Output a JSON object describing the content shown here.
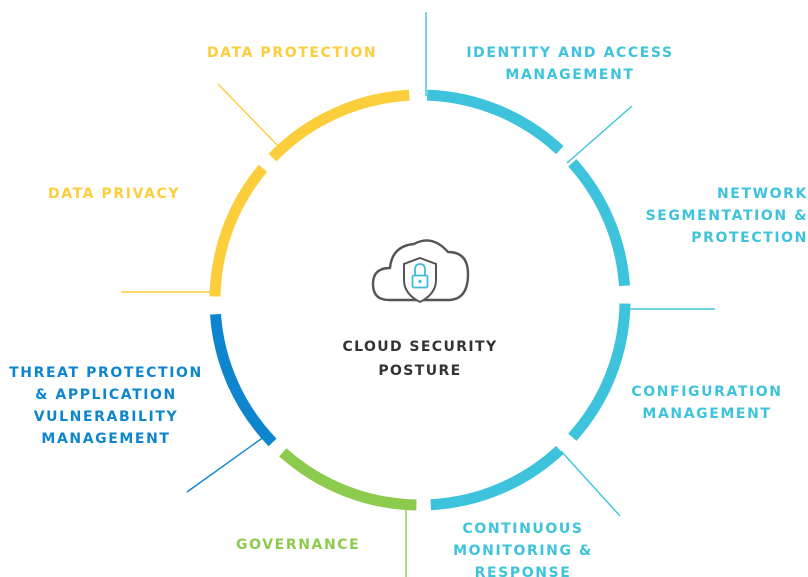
{
  "center": {
    "title": "CLOUD SECURITY\nPOSTURE",
    "icon": "cloud-lock-shield-icon"
  },
  "colors": {
    "yellow": "#FDCE3C",
    "cyan": "#3DC4DC",
    "blue": "#0E86CF",
    "green": "#8DCB4E",
    "center_text": "#333333",
    "icon_stroke": "#555555",
    "icon_accent": "#41BCD6"
  },
  "segments": [
    {
      "id": "identity",
      "label": "IDENTITY AND ACCESS\nMANAGEMENT",
      "color": "#3DC4DC",
      "align": "center"
    },
    {
      "id": "network",
      "label": "NETWORK\nSEGMENTATION &\nPROTECTION",
      "color": "#3DC4DC",
      "align": "right"
    },
    {
      "id": "configuration",
      "label": "CONFIGURATION\nMANAGEMENT",
      "color": "#3DC4DC",
      "align": "center"
    },
    {
      "id": "monitoring",
      "label": "CONTINUOUS\nMONITORING &\nRESPONSE",
      "color": "#3DC4DC",
      "align": "center"
    },
    {
      "id": "governance",
      "label": "GOVERNANCE",
      "color": "#8DCB4E",
      "align": "left"
    },
    {
      "id": "threat",
      "label": "THREAT PROTECTION\n& APPLICATION\nVULNERABILITY\nMANAGEMENT",
      "color": "#0E86CF",
      "align": "center"
    },
    {
      "id": "privacy",
      "label": "DATA PRIVACY",
      "color": "#FDCE3C",
      "align": "left"
    },
    {
      "id": "protection",
      "label": "DATA PROTECTION",
      "color": "#FDCE3C",
      "align": "left"
    }
  ]
}
